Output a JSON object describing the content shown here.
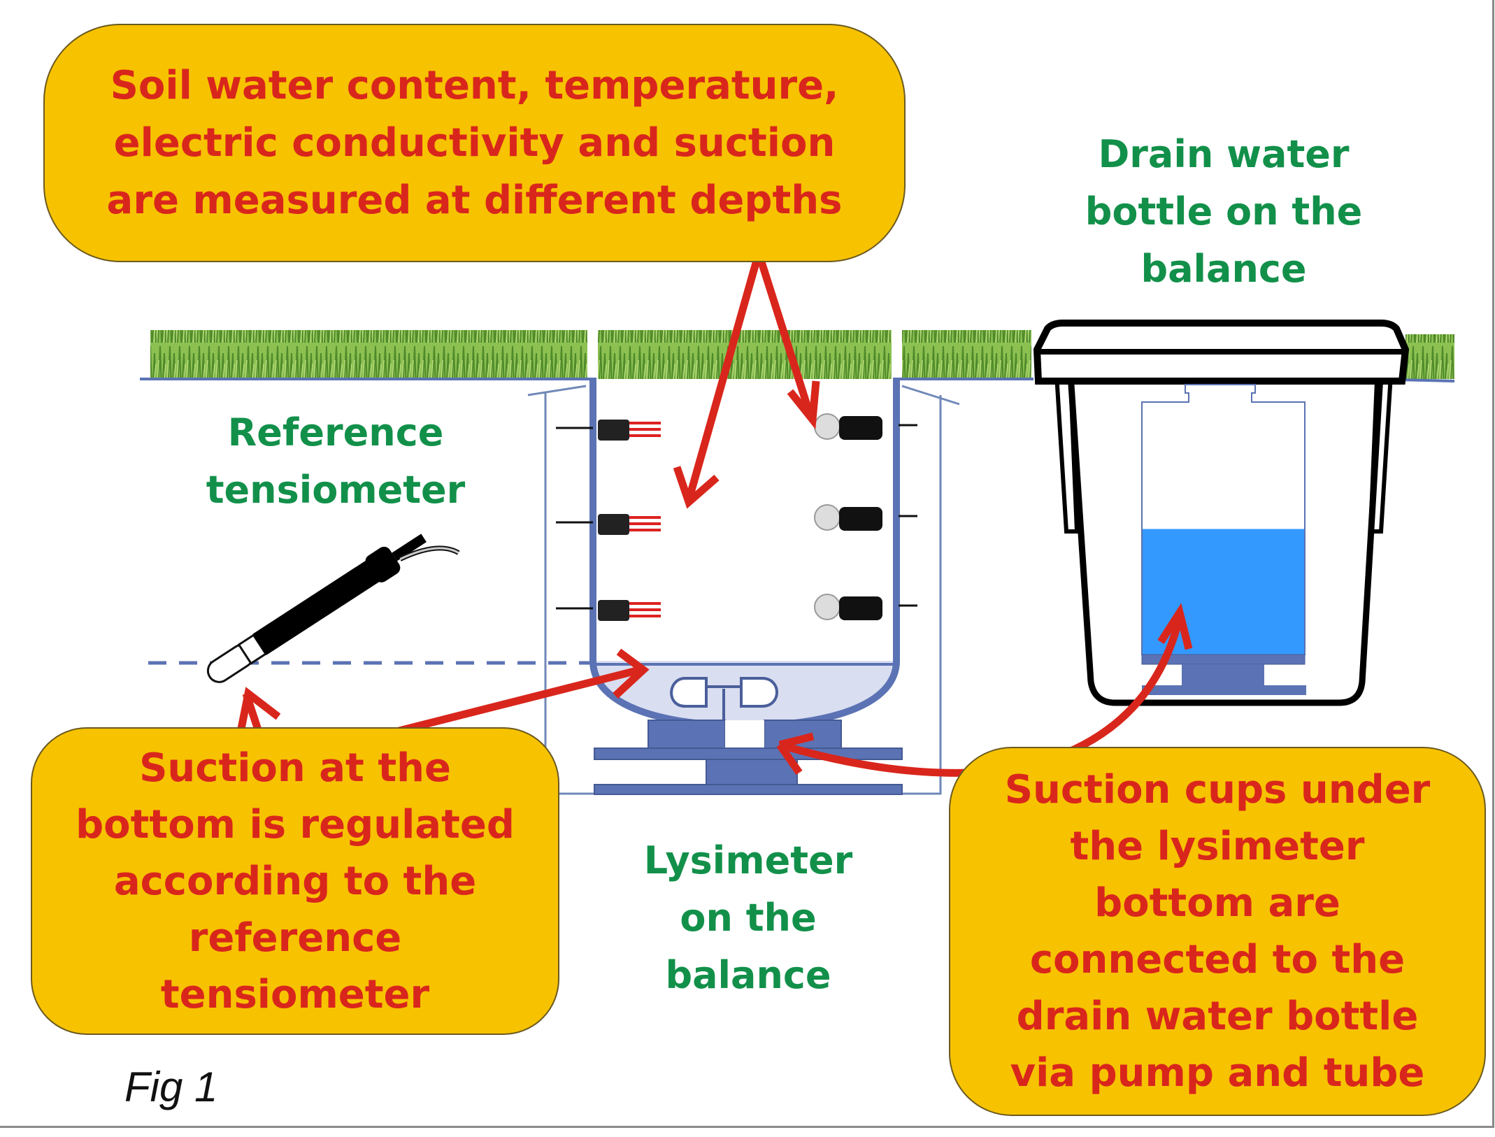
{
  "figure_label": "Fig 1",
  "callouts": {
    "top": {
      "lines": [
        "Soil water content, temperature,",
        "electric conductivity and suction",
        "are measured at different depths"
      ]
    },
    "left": {
      "lines": [
        "Suction at the",
        "bottom is regulated",
        "according to the",
        "reference",
        "tensiometer"
      ]
    },
    "right": {
      "lines": [
        "Suction cups under",
        "the lysimeter",
        "bottom are",
        "connected to the",
        "drain water bottle",
        "via pump and tube"
      ]
    }
  },
  "labels": {
    "drain_bottle": [
      "Drain water",
      "bottle on the",
      "balance"
    ],
    "reference_tensiometer": [
      "Reference",
      "tensiometer"
    ],
    "lysimeter": [
      "Lysimeter",
      "on the",
      "balance"
    ]
  },
  "sensors": {
    "left_column": [
      "soil-moisture-probe",
      "soil-moisture-probe",
      "soil-moisture-probe"
    ],
    "right_column": [
      "tensiometer-sensor",
      "tensiometer-sensor",
      "tensiometer-sensor"
    ]
  },
  "colors": {
    "callout_fill": "#f7c200",
    "callout_text": "#d9261c",
    "label_text": "#12904a",
    "arrow": "#d9261c",
    "structure_blue": "#5b73b4",
    "water": "#3399ff",
    "grass": "#6ea63a"
  },
  "drain_bottle_fill_level": 0.5
}
